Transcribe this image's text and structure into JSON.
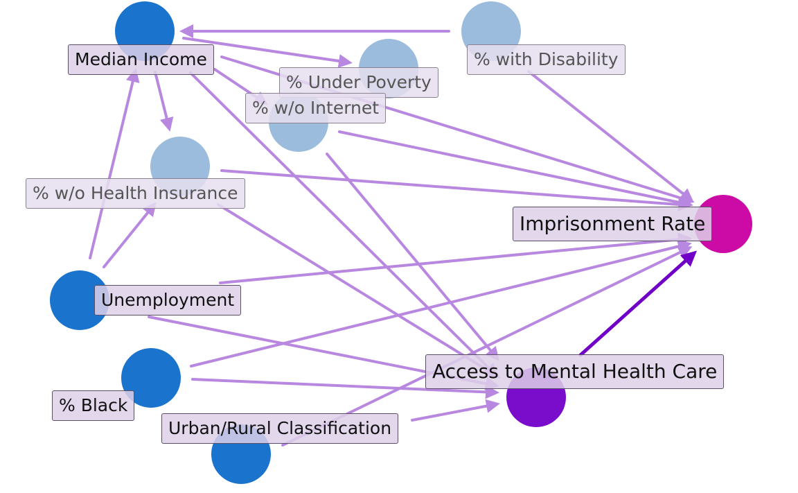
{
  "colors": {
    "edge": "#b888e0",
    "edge_strong": "#7000c8",
    "outcome_node": "#cc0aa6",
    "mediator_node": "#7a0ccc",
    "exposure_node": "#1a73cc",
    "other_node": "#9bbcdc"
  },
  "nodes": {
    "median_income": {
      "label": "Median Income",
      "role": "exposure"
    },
    "under_poverty": {
      "label": "% Under Poverty",
      "role": "other"
    },
    "with_disability": {
      "label": "% with Disability",
      "role": "other"
    },
    "wo_internet": {
      "label": "% w/o Internet",
      "role": "other"
    },
    "wo_health_insurance": {
      "label": "% w/o Health Insurance",
      "role": "other"
    },
    "imprisonment_rate": {
      "label": "Imprisonment Rate",
      "role": "outcome"
    },
    "unemployment": {
      "label": "Unemployment",
      "role": "exposure"
    },
    "access_mental_health": {
      "label": "Access to Mental Health Care",
      "role": "mediator"
    },
    "black": {
      "label": "% Black",
      "role": "exposure"
    },
    "urban_rural": {
      "label": "Urban/Rural Classification",
      "role": "exposure"
    }
  },
  "edges": [
    {
      "from": "with_disability",
      "to": "median_income"
    },
    {
      "from": "median_income",
      "to": "under_poverty"
    },
    {
      "from": "median_income",
      "to": "wo_internet"
    },
    {
      "from": "median_income",
      "to": "wo_health_insurance"
    },
    {
      "from": "median_income",
      "to": "imprisonment_rate"
    },
    {
      "from": "median_income",
      "to": "access_mental_health"
    },
    {
      "from": "with_disability",
      "to": "imprisonment_rate"
    },
    {
      "from": "wo_internet",
      "to": "imprisonment_rate"
    },
    {
      "from": "wo_internet",
      "to": "access_mental_health"
    },
    {
      "from": "wo_health_insurance",
      "to": "imprisonment_rate"
    },
    {
      "from": "wo_health_insurance",
      "to": "access_mental_health"
    },
    {
      "from": "unemployment",
      "to": "median_income"
    },
    {
      "from": "unemployment",
      "to": "wo_health_insurance"
    },
    {
      "from": "unemployment",
      "to": "imprisonment_rate"
    },
    {
      "from": "unemployment",
      "to": "access_mental_health"
    },
    {
      "from": "black",
      "to": "imprisonment_rate"
    },
    {
      "from": "black",
      "to": "access_mental_health"
    },
    {
      "from": "urban_rural",
      "to": "imprisonment_rate"
    },
    {
      "from": "urban_rural",
      "to": "access_mental_health"
    },
    {
      "from": "access_mental_health",
      "to": "imprisonment_rate",
      "strong": true
    }
  ]
}
